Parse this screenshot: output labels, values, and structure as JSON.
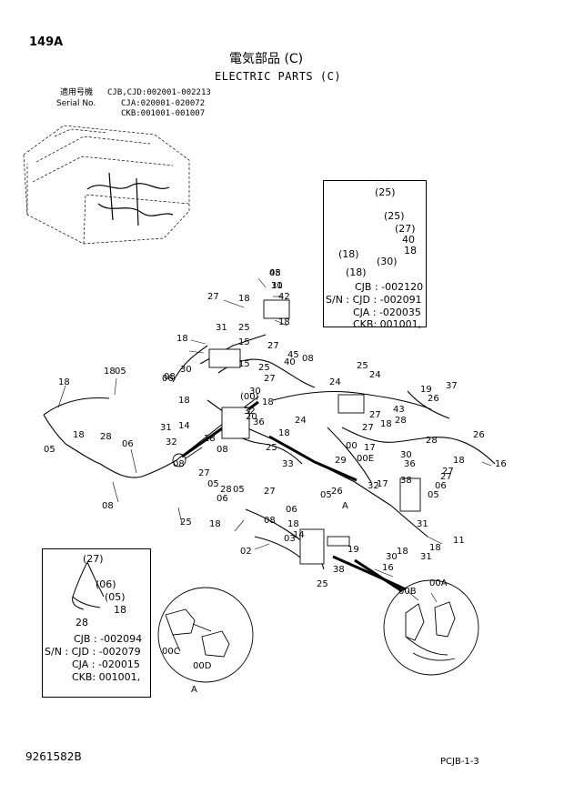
{
  "header": {
    "page_number": "149A",
    "title_jp": "電気部品 (C)",
    "title_en": "ELECTRIC PARTS (C)"
  },
  "serial_block": {
    "label_jp": "適用号機",
    "label_en": "Serial No.",
    "lines": [
      "CJB,CJD:002001-002213",
      "CJA:020001-020072",
      "CKB:001001-001007"
    ]
  },
  "inset_top_right": {
    "callouts": [
      "(25)",
      "(25)",
      "(27)",
      "40",
      "18",
      "(18)",
      "(30)",
      "(18)"
    ],
    "serial_lines": [
      "CJB : -002120",
      "S/N : CJD : -002091",
      "CJA : -020035",
      "CKB: 001001,"
    ]
  },
  "inset_bottom_left": {
    "callouts": [
      "(27)",
      "(06)",
      "(05)",
      "18",
      "28"
    ],
    "serial_lines": [
      "CJB : -002094",
      "S/N : CJD : -002079",
      "CJA : -020015",
      "CKB: 001001,"
    ]
  },
  "detail_a": {
    "callouts": [
      "00C",
      "00D"
    ],
    "view_label": "A"
  },
  "detail_b": {
    "callouts": [
      "00B",
      "00A"
    ]
  },
  "main_callouts": [
    "45",
    "10",
    "42",
    "27",
    "18",
    "18",
    "31",
    "25",
    "15",
    "18",
    "27",
    "45",
    "40",
    "08",
    "25",
    "15",
    "24",
    "27",
    "30",
    "30",
    "08",
    "18",
    "(00)",
    "18",
    "32",
    "36",
    "14",
    "31",
    "32",
    "18",
    "08",
    "20",
    "24",
    "18",
    "33",
    "25",
    "25",
    "24",
    "27",
    "28",
    "43",
    "19",
    "26",
    "37",
    "18",
    "27",
    "28",
    "26",
    "17",
    "30",
    "36",
    "38",
    "27",
    "29",
    "00",
    "00E",
    "18",
    "32",
    "17",
    "16",
    "27",
    "06",
    "05",
    "11",
    "31",
    "18",
    "31",
    "18",
    "30",
    "16",
    "38",
    "25",
    "08",
    "02",
    "03",
    "18",
    "14",
    "06",
    "05",
    "26",
    "28",
    "18",
    "05",
    "06",
    "08",
    "18",
    "05",
    "06",
    "27",
    "05",
    "28",
    "18",
    "25",
    "06",
    "05",
    "08",
    "18",
    "A",
    "27",
    "19",
    "08",
    "31"
  ],
  "footer": {
    "part_number": "9261582B",
    "code": "PCJB-1-3"
  }
}
